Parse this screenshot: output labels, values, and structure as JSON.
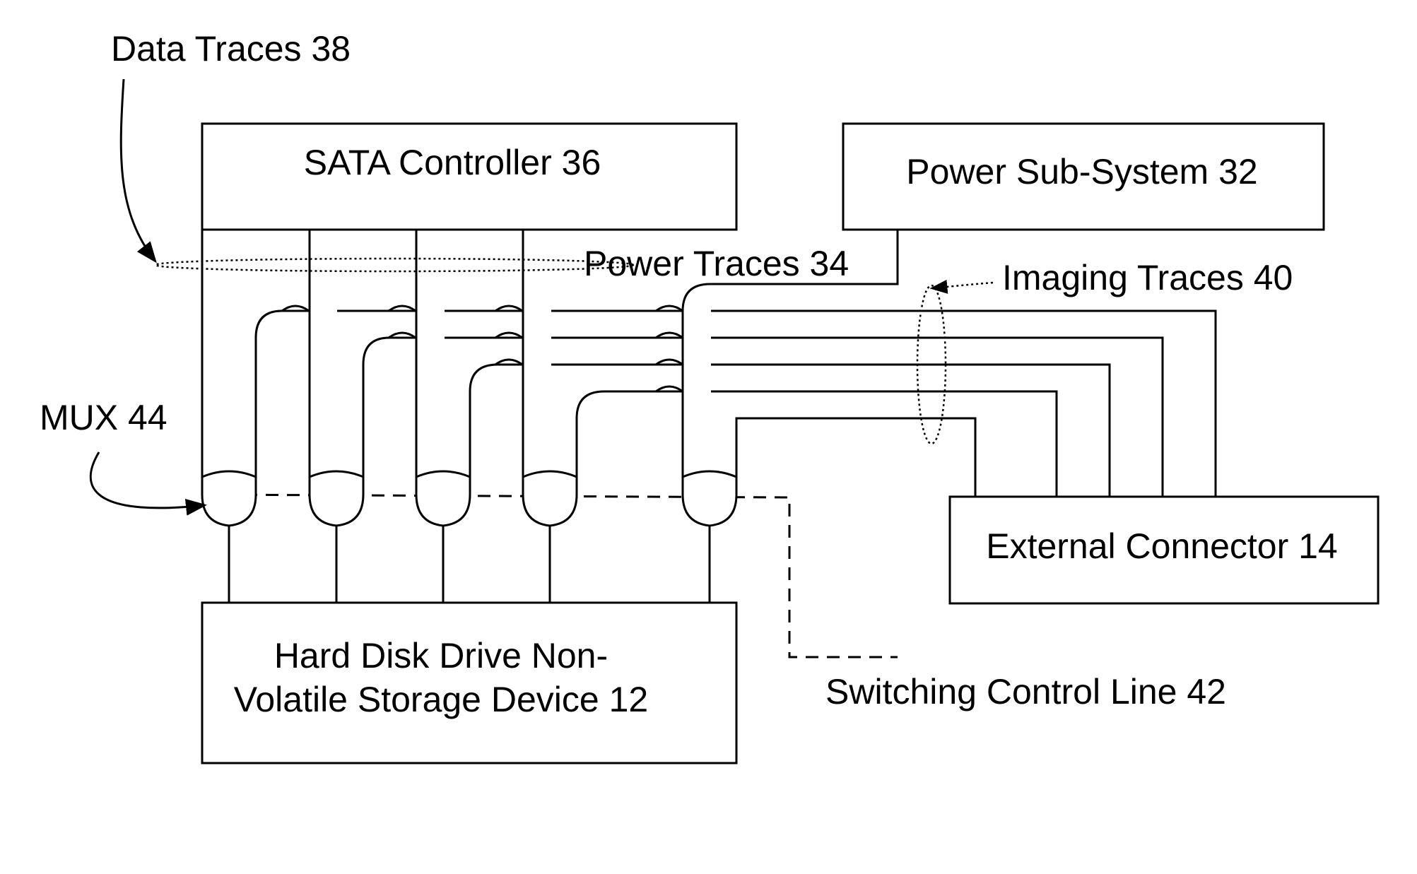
{
  "diagram": {
    "blocks": {
      "sata_controller": "SATA Controller 36",
      "power_subsystem": "Power Sub-System 32",
      "external_connector": "External Connector 14",
      "storage_line1": "Hard Disk Drive Non-",
      "storage_line2": "Volatile Storage Device 12"
    },
    "callouts": {
      "data_traces": "Data Traces 38",
      "power_traces": "Power Traces 34",
      "imaging_traces": "Imaging Traces 40",
      "mux": "MUX 44",
      "switching_control_line": "Switching Control Line 42"
    }
  }
}
